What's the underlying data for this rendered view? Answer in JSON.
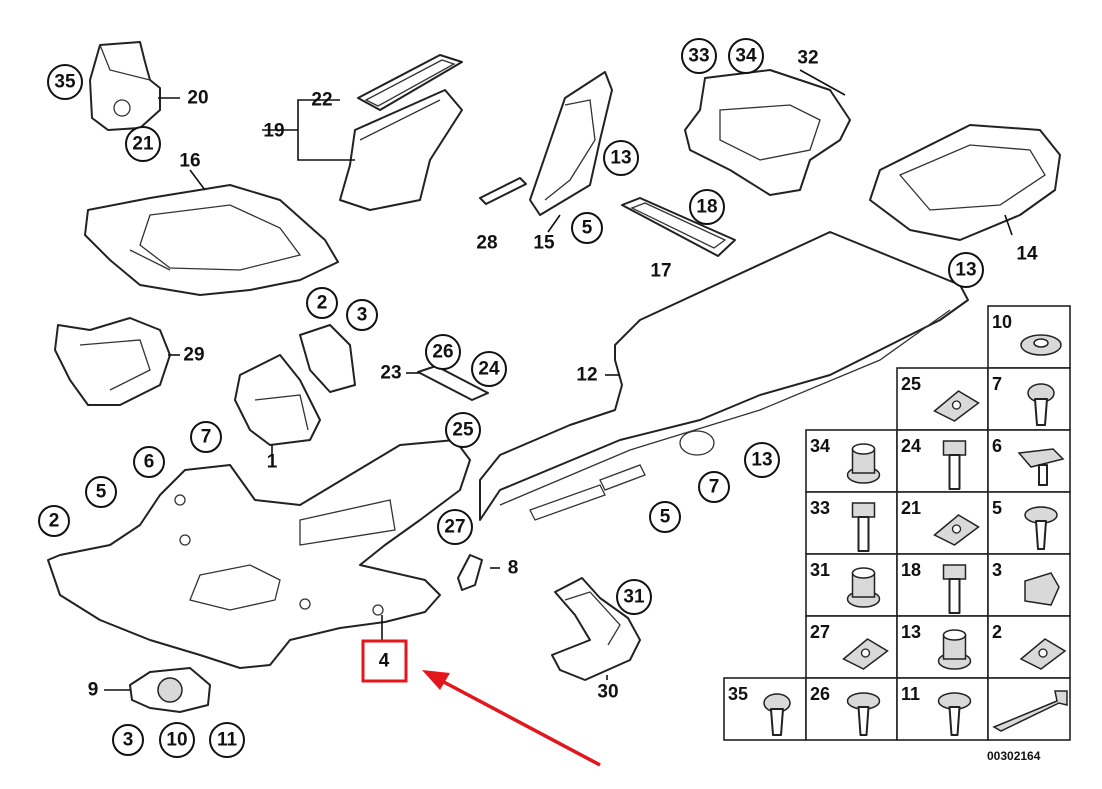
{
  "diagram_ref": "00302164",
  "highlighted_part": "4",
  "callouts": [
    {
      "id": "35a",
      "text": "35",
      "circled": true
    },
    {
      "id": "20",
      "text": "20",
      "circled": false
    },
    {
      "id": "21a",
      "text": "21",
      "circled": true
    },
    {
      "id": "22",
      "text": "22",
      "circled": false
    },
    {
      "id": "19",
      "text": "19",
      "circled": false
    },
    {
      "id": "16",
      "text": "16",
      "circled": false
    },
    {
      "id": "28",
      "text": "28",
      "circled": false
    },
    {
      "id": "15",
      "text": "15",
      "circled": false
    },
    {
      "id": "5a",
      "text": "5",
      "circled": true
    },
    {
      "id": "13a",
      "text": "13",
      "circled": true
    },
    {
      "id": "33a",
      "text": "33",
      "circled": true
    },
    {
      "id": "34a",
      "text": "34",
      "circled": true
    },
    {
      "id": "32",
      "text": "32",
      "circled": false
    },
    {
      "id": "18a",
      "text": "18",
      "circled": true
    },
    {
      "id": "17",
      "text": "17",
      "circled": false
    },
    {
      "id": "14",
      "text": "14",
      "circled": false
    },
    {
      "id": "13b",
      "text": "13",
      "circled": true
    },
    {
      "id": "2a",
      "text": "2",
      "circled": true
    },
    {
      "id": "3a",
      "text": "3",
      "circled": true
    },
    {
      "id": "29",
      "text": "29",
      "circled": false
    },
    {
      "id": "26a",
      "text": "26",
      "circled": true
    },
    {
      "id": "23",
      "text": "23",
      "circled": false
    },
    {
      "id": "24a",
      "text": "24",
      "circled": true
    },
    {
      "id": "25a",
      "text": "25",
      "circled": true
    },
    {
      "id": "12",
      "text": "12",
      "circled": false
    },
    {
      "id": "7a",
      "text": "7",
      "circled": true
    },
    {
      "id": "1",
      "text": "1",
      "circled": false
    },
    {
      "id": "6a",
      "text": "6",
      "circled": true
    },
    {
      "id": "5b",
      "text": "5",
      "circled": true
    },
    {
      "id": "2b",
      "text": "2",
      "circled": true
    },
    {
      "id": "13c",
      "text": "13",
      "circled": true
    },
    {
      "id": "7b",
      "text": "7",
      "circled": true
    },
    {
      "id": "5c",
      "text": "5",
      "circled": true
    },
    {
      "id": "27a",
      "text": "27",
      "circled": true
    },
    {
      "id": "8",
      "text": "8",
      "circled": false
    },
    {
      "id": "31a",
      "text": "31",
      "circled": true
    },
    {
      "id": "30",
      "text": "30",
      "circled": false
    },
    {
      "id": "4",
      "text": "4",
      "circled": false
    },
    {
      "id": "9",
      "text": "9",
      "circled": false
    },
    {
      "id": "3b",
      "text": "3",
      "circled": true
    },
    {
      "id": "10a",
      "text": "10",
      "circled": true
    },
    {
      "id": "11a",
      "text": "11",
      "circled": true
    }
  ],
  "fastener_grid": [
    {
      "label": "10",
      "icon": "grommet-icon"
    },
    {
      "label": "25",
      "icon": "clip-nut-icon"
    },
    {
      "label": "7",
      "icon": "expansion-rivet-icon"
    },
    {
      "label": "34",
      "icon": "collar-nut-icon"
    },
    {
      "label": "24",
      "icon": "hex-bolt-icon"
    },
    {
      "label": "6",
      "icon": "push-clip-icon"
    },
    {
      "label": "33",
      "icon": "flange-bolt-icon"
    },
    {
      "label": "21",
      "icon": "clip-nut-icon"
    },
    {
      "label": "5",
      "icon": "washer-screw-icon"
    },
    {
      "label": "31",
      "icon": "flange-nut-icon"
    },
    {
      "label": "18",
      "icon": "hex-bolt-icon"
    },
    {
      "label": "3",
      "icon": "spring-clip-icon"
    },
    {
      "label": "27",
      "icon": "clip-nut-icon"
    },
    {
      "label": "13",
      "icon": "collar-nut-icon"
    },
    {
      "label": "2",
      "icon": "speed-nut-icon"
    },
    {
      "label": "35",
      "icon": "push-rivet-icon"
    },
    {
      "label": "26",
      "icon": "washer-screw-icon"
    },
    {
      "label": "11",
      "icon": "torx-screw-icon"
    },
    {
      "label": "",
      "icon": "forward-direction-arrow-icon"
    }
  ]
}
